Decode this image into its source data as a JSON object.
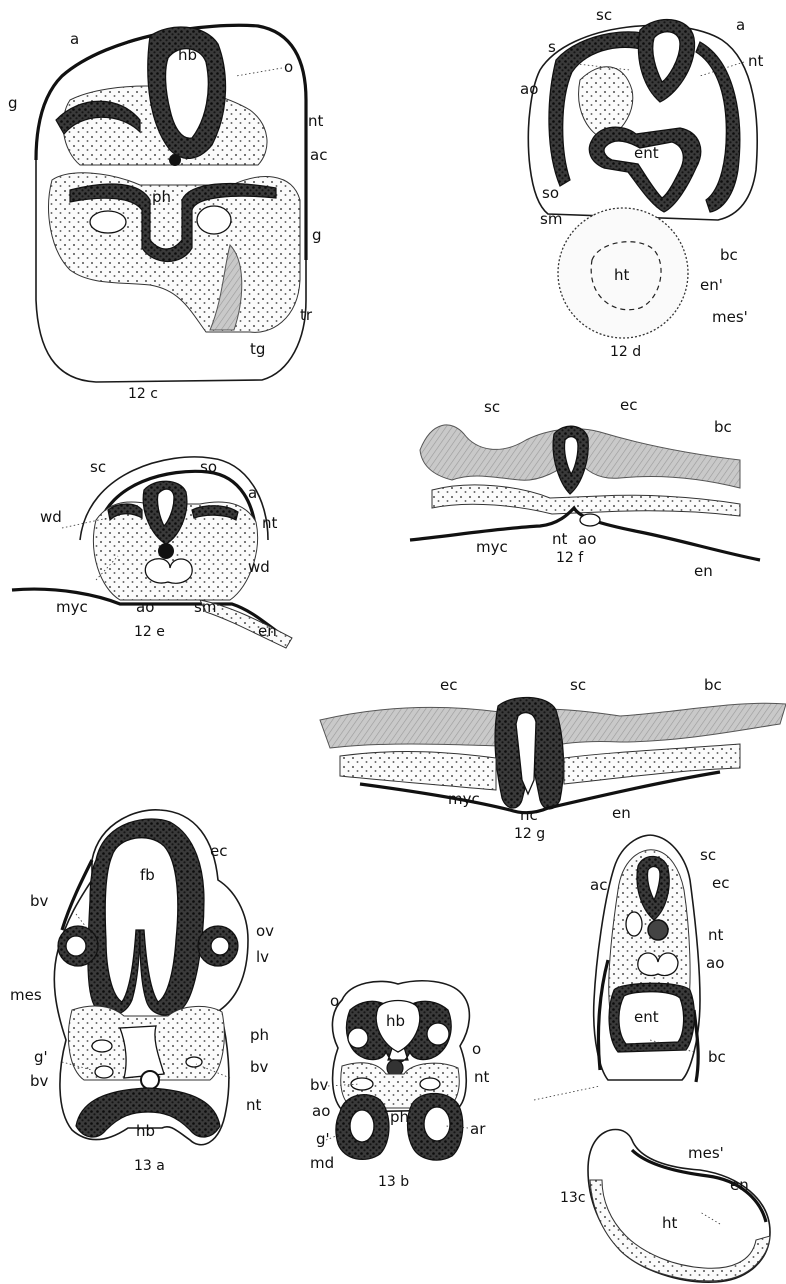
{
  "figures": [
    {
      "id": "12c",
      "caption": "12 c",
      "labels": [
        "a",
        "g",
        "hb",
        "o",
        "nt",
        "ac",
        "ph",
        "g",
        "tr",
        "tg"
      ]
    },
    {
      "id": "12d",
      "caption": "12 d",
      "labels": [
        "sc",
        "a",
        "s",
        "nt",
        "ao",
        "ent",
        "so",
        "sm",
        "bc",
        "ht",
        "en'",
        "mes'"
      ]
    },
    {
      "id": "12e",
      "caption": "12 e",
      "labels": [
        "sc",
        "so",
        "a",
        "wd",
        "nt",
        "wd",
        "myc",
        "ao",
        "sm",
        "en"
      ]
    },
    {
      "id": "12f",
      "caption": "12 f",
      "labels": [
        "sc",
        "ec",
        "bc",
        "myc",
        "nt",
        "ao",
        "en"
      ]
    },
    {
      "id": "12g",
      "caption": "12 g",
      "labels": [
        "ec",
        "sc",
        "bc",
        "myc",
        "nc",
        "en"
      ]
    },
    {
      "id": "13a",
      "caption": "13 a",
      "labels": [
        "ec",
        "bv",
        "fb",
        "ov",
        "lv",
        "mes",
        "ph",
        "g'",
        "bv",
        "bv",
        "nt",
        "hb"
      ]
    },
    {
      "id": "13b",
      "caption": "13 b",
      "labels": [
        "o",
        "hb",
        "o",
        "bv",
        "nt",
        "ao",
        "ph",
        "g'",
        "ar",
        "md"
      ]
    },
    {
      "id": "13c_upper",
      "caption": "",
      "labels": [
        "sc",
        "ec",
        "ac",
        "nt",
        "ao",
        "ent",
        "bc"
      ]
    },
    {
      "id": "13c",
      "caption": "13c",
      "labels": [
        "mes'",
        "en",
        "ht"
      ]
    }
  ]
}
